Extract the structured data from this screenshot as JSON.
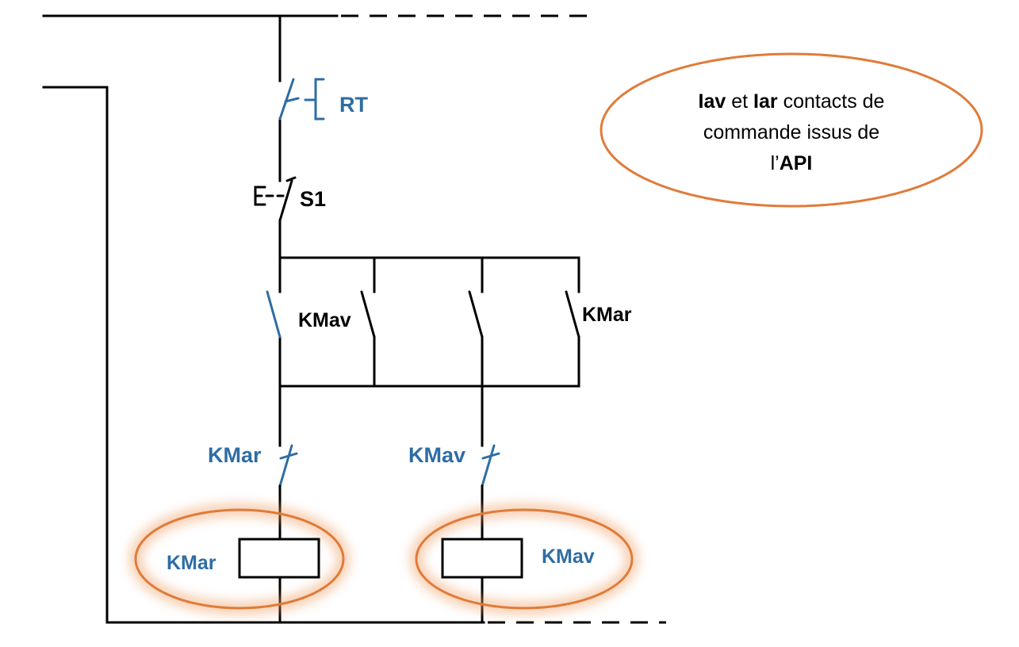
{
  "components": {
    "thermal_relay": "RT",
    "stop_button": "S1",
    "contact_kmav_hold": "KMav",
    "contact_kmar_hold": "KMar",
    "interlock_left": "KMar",
    "interlock_right": "KMav",
    "coil_left": "KMar",
    "coil_right": "KMav"
  },
  "note": {
    "line1_bold_a": "Iav",
    "line1_mid": " et ",
    "line1_bold_b": "Iar",
    "line1_rest": " contacts de",
    "line2": "commande issus de",
    "line3_pre": "l’",
    "line3_bold": "API"
  },
  "colors": {
    "label_blue": "#2e6da4",
    "highlight_orange": "#e07b39",
    "wire": "#000000"
  }
}
